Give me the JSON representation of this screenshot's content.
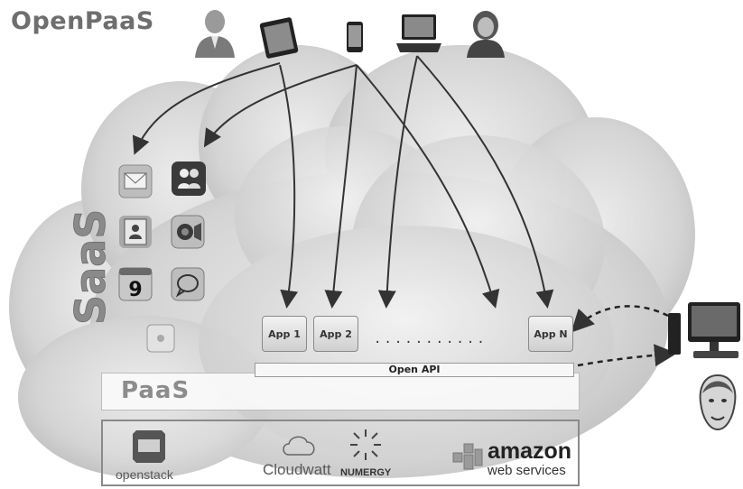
{
  "title": "OpenPaaS",
  "saas_label": "SaaS",
  "apps": [
    {
      "label": "App 1"
    },
    {
      "label": "App 2"
    },
    {
      "label": "App N"
    }
  ],
  "ellipsis": "...........",
  "open_api_label": "Open API",
  "paas_label": "PaaS",
  "providers": {
    "openstack": "openstack",
    "cloudwatt": "Cloudwatt",
    "numergy": "NUMERGY",
    "amazon_main": "amazon",
    "amazon_sub": "web services"
  },
  "saas_icons": [
    "mail-icon",
    "messenger-icon",
    "contacts-icon",
    "video-call-icon",
    "calendar-icon",
    "chat-icon",
    "small-app-icon"
  ],
  "user_icons": [
    "man-user-icon",
    "tablet-icon",
    "smartphone-icon",
    "laptop-icon",
    "woman-user-icon",
    "desktop-computer-icon",
    "face-icon"
  ],
  "calendar_day": "9"
}
